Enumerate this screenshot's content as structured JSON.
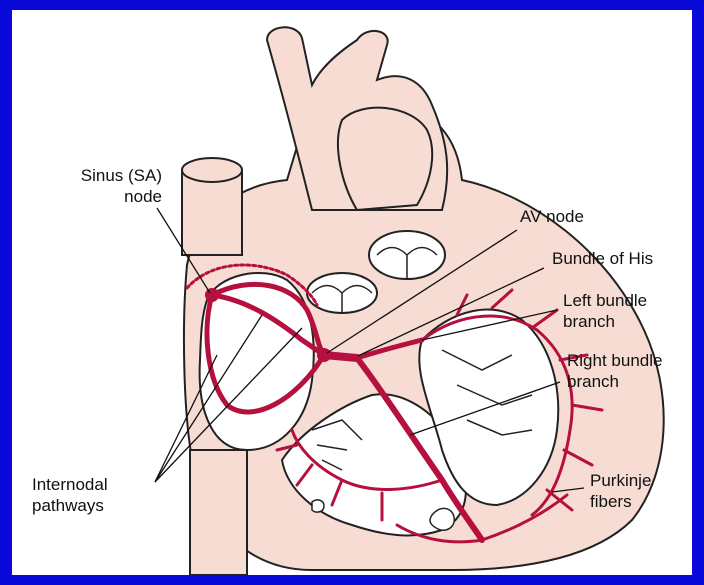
{
  "labels": {
    "sa_node_line1": "Sinus (SA)",
    "sa_node_line2": "node",
    "av_node": "AV node",
    "bundle_of_his": "Bundle of His",
    "left_bundle_line1": "Left bundle",
    "left_bundle_line2": "branch",
    "right_bundle_line1": "Right bundle",
    "right_bundle_line2": "branch",
    "internodal_line1": "Internodal",
    "internodal_line2": "pathways",
    "purkinje_line1": "Purkinje",
    "purkinje_line2": "fibers"
  },
  "colors": {
    "background": "#0a0ad8",
    "panel": "#ffffff",
    "heart_fill": "#f7dcd4",
    "outline": "#222222",
    "conduction": "#b5103e"
  }
}
